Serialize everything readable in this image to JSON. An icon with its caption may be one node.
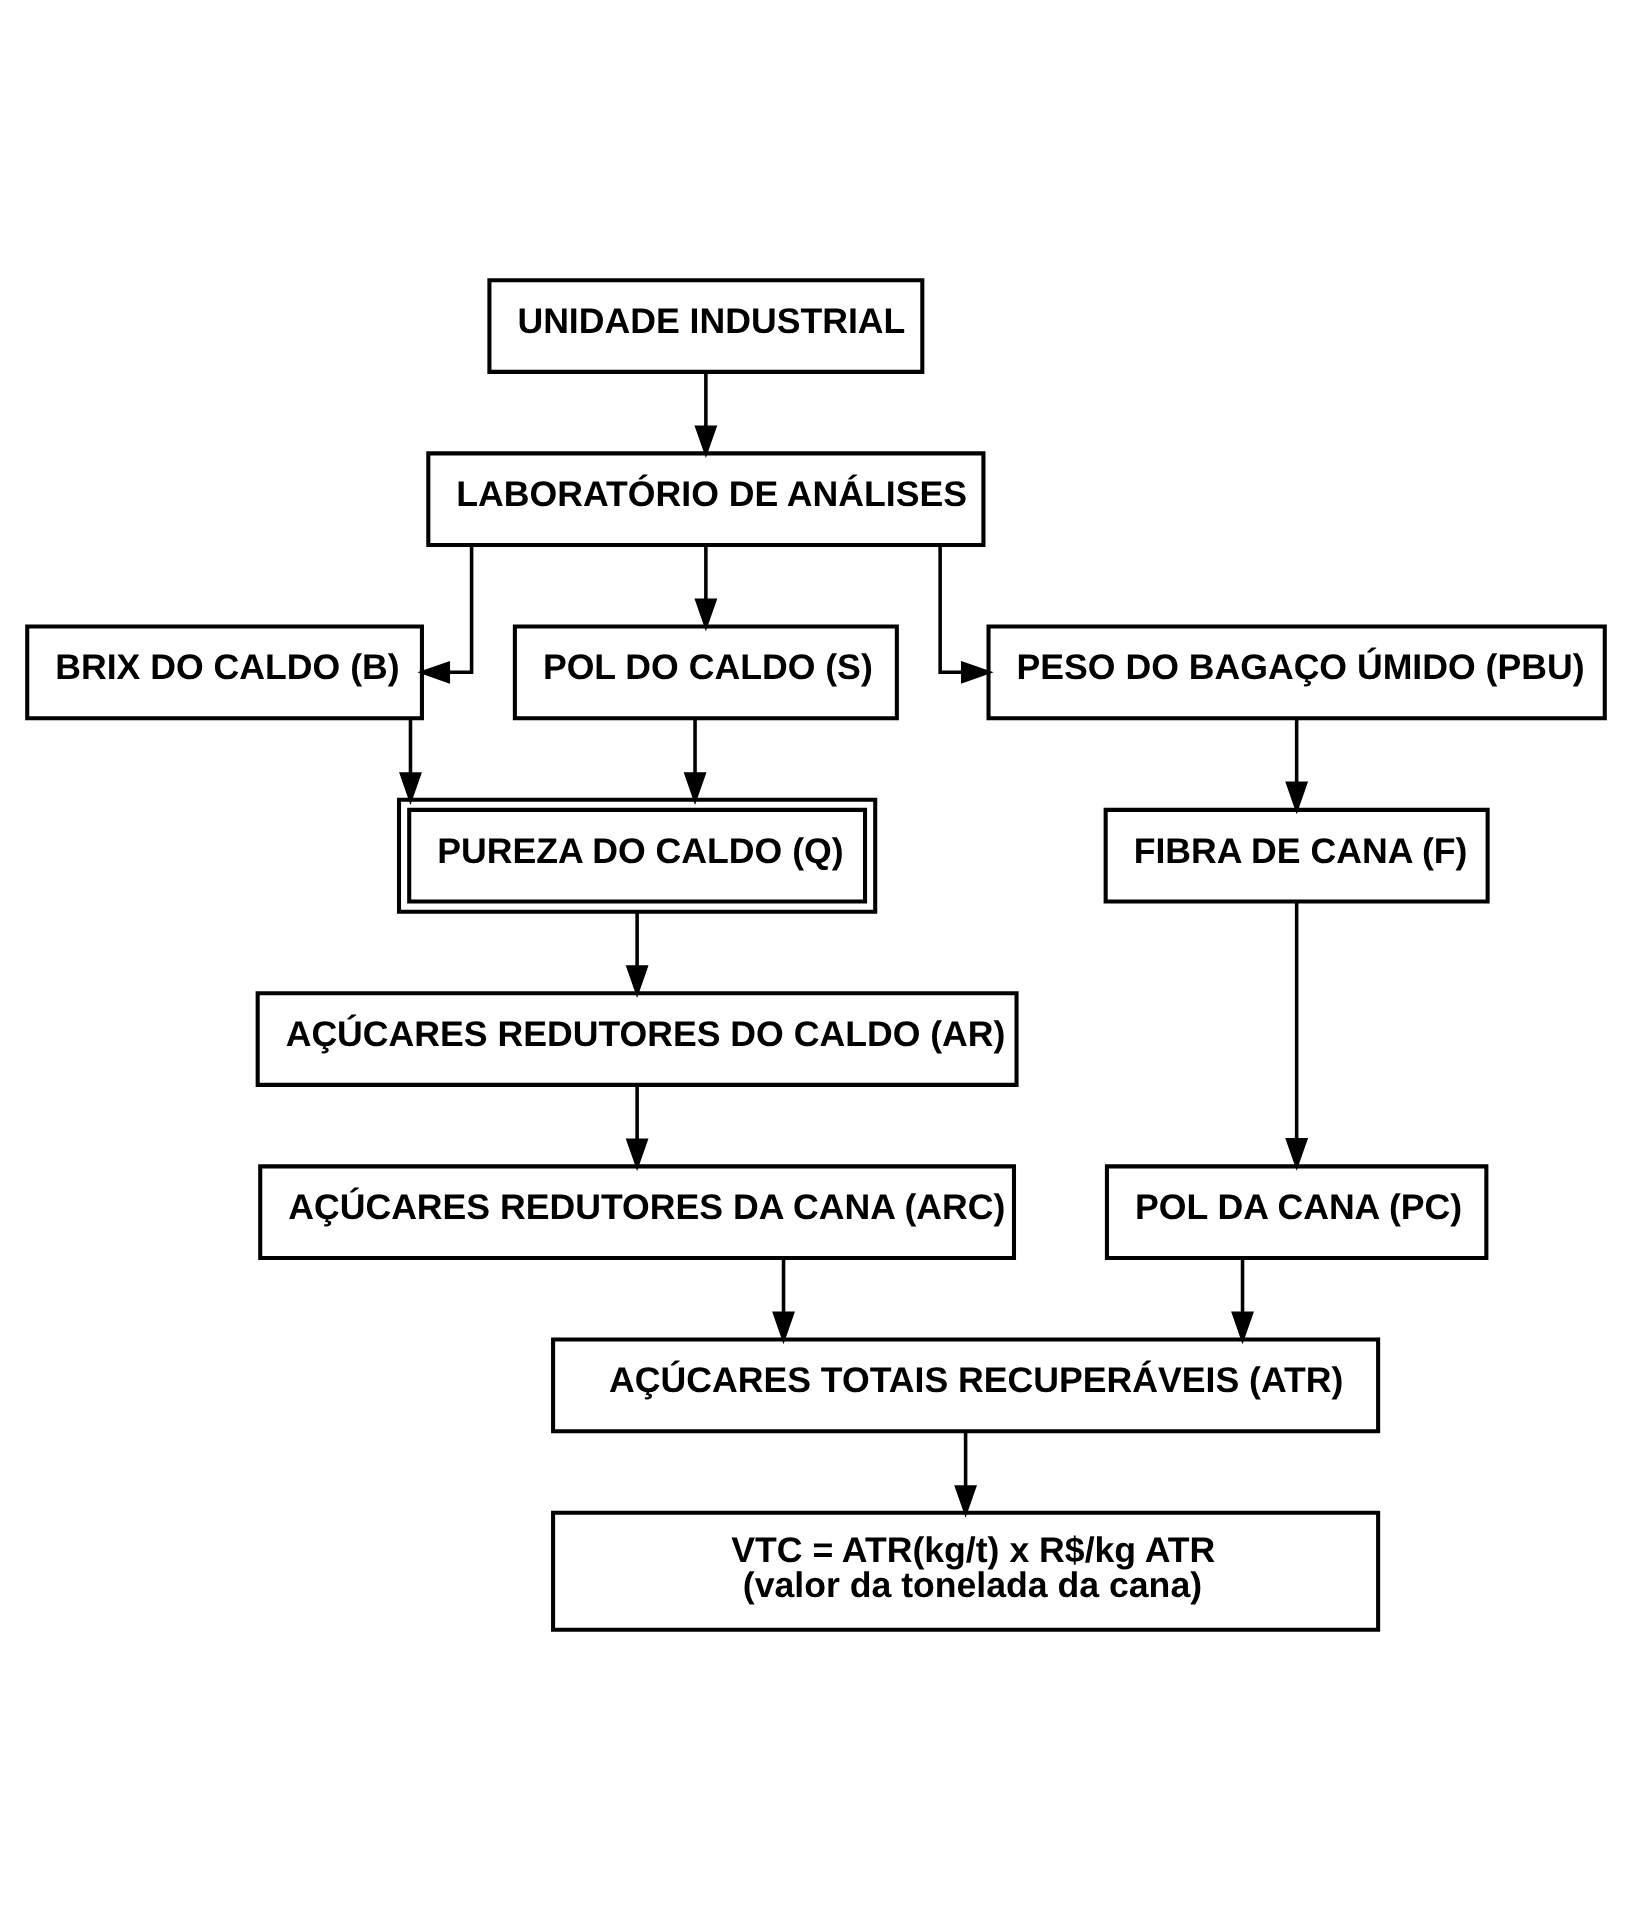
{
  "diagram": {
    "nodes": [
      {
        "text": [
          "UNIDADE INDUSTRIAL"
        ]
      },
      {
        "text": [
          "LABORATÓRIO DE ANÁLISES"
        ]
      },
      {
        "text": [
          "BRIX DO CALDO (B)"
        ]
      },
      {
        "text": [
          "POL DO CALDO (S)"
        ]
      },
      {
        "text": [
          "PESO DO BAGAÇO ÚMIDO (PBU)"
        ]
      },
      {
        "text": [
          "PUREZA DO CALDO (Q)"
        ]
      },
      {
        "text": [
          "AÇÚCARES REDUTORES DO CALDO (AR)"
        ]
      },
      {
        "text": [
          "AÇÚCARES REDUTORES DA CANA (ARC)"
        ]
      },
      {
        "text": [
          "FIBRA DE CANA (F)"
        ]
      },
      {
        "text": [
          "POL DA CANA (PC)"
        ]
      },
      {
        "text": [
          "AÇÚCARES TOTAIS RECUPERÁVEIS (ATR)"
        ]
      },
      {
        "text": [
          "VTC = ATR(kg/t) x R$/kg ATR",
          "(valor da tonelada da cana)"
        ]
      }
    ],
    "edges": [
      {
        "from": 0,
        "to": 1,
        "arrow": "to"
      },
      {
        "from": 1,
        "to": 2,
        "arrow": "to"
      },
      {
        "from": 1,
        "to": 3,
        "arrow": "to"
      },
      {
        "from": 1,
        "to": 4,
        "arrow": "to"
      },
      {
        "from": 2,
        "to": 5,
        "arrow": "to"
      },
      {
        "from": 3,
        "to": 5,
        "arrow": "to"
      },
      {
        "from": 5,
        "to": 6,
        "arrow": "to"
      },
      {
        "from": 6,
        "to": 7,
        "arrow": "to"
      },
      {
        "from": 4,
        "to": 8,
        "arrow": "to"
      },
      {
        "from": 8,
        "to": 9,
        "arrow": "to"
      },
      {
        "from": 7,
        "to": 10,
        "arrow": "to"
      },
      {
        "from": 9,
        "to": 10,
        "arrow": "to"
      },
      {
        "from": 10,
        "to": 11,
        "arrow": "to"
      }
    ]
  }
}
